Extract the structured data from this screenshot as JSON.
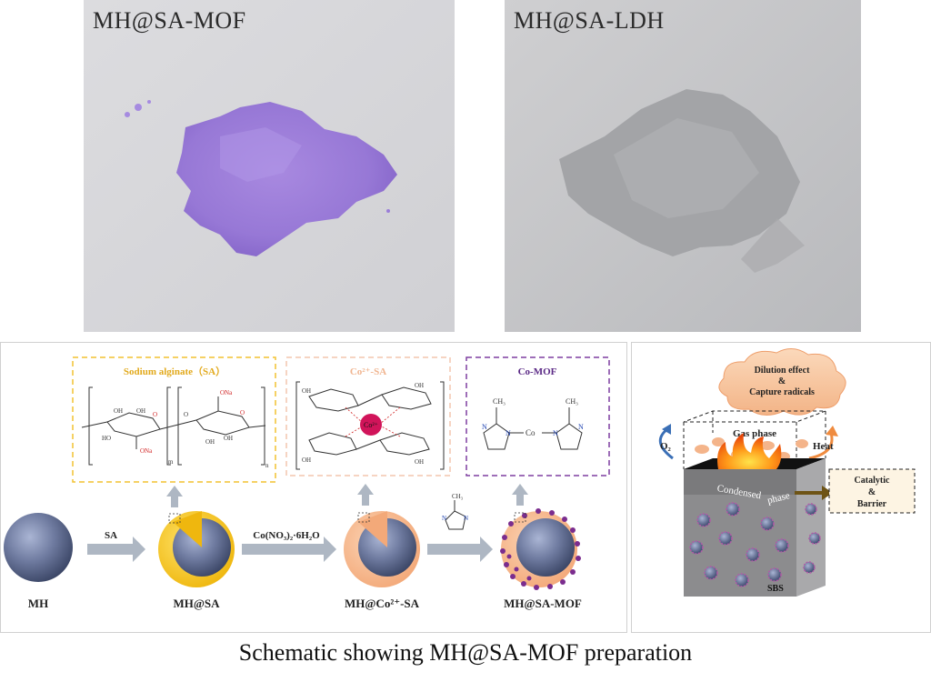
{
  "photos": {
    "left_label": "MH@SA-MOF",
    "right_label": "MH@SA-LDH"
  },
  "schematic": {
    "box_sa_title": "Sodium alginate（SA）",
    "box_cosa_title": "Co²⁺-SA",
    "box_comof_title": "Co-MOF",
    "co_ion": "Co²⁺",
    "ona1": "ONa",
    "ona2": "ONa",
    "oh": "OH",
    "ho": "HO",
    "o": "O",
    "sub_m": "m",
    "sub_n": "n",
    "ch3": "CH₃",
    "n_atom": "N",
    "co_atom": "Co",
    "step_sa": "SA",
    "step_co": "Co(NO₃)₂·6H₂O",
    "label_mh": "MH",
    "label_mhsa": "MH@SA",
    "label_mhco": "MH@Co²⁺-SA",
    "label_mhsamof": "MH@SA-MOF",
    "colors": {
      "sa_gold": "#f5c21b",
      "co_peach": "#f6b98c",
      "mof_purple": "#7b2d8e",
      "core_blue": "#55607f"
    }
  },
  "mechanism": {
    "cloud_line1": "Dilution effect",
    "cloud_amp": "&",
    "cloud_line2": "Capture radicals",
    "gas_phase": "Gas phase",
    "o2": "O₂",
    "heat": "Heat",
    "condensed": "Condensed",
    "phase": "phase",
    "catalytic": "Catalytic",
    "amp": "&",
    "barrier": "Barrier",
    "sbs": "SBS"
  },
  "caption": "Schematic showing MH@SA-MOF preparation"
}
